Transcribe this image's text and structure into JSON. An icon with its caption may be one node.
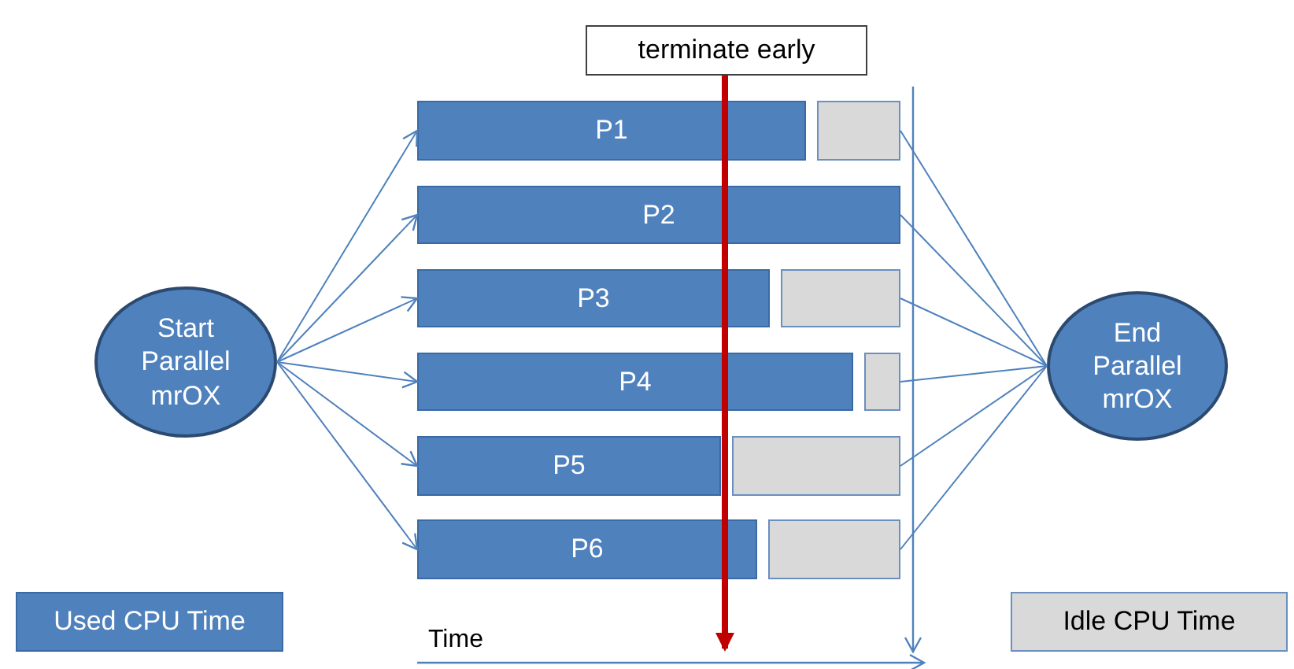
{
  "diagram": {
    "nodes": [
      {
        "text": [
          "terminate early"
        ]
      },
      {
        "text": [
          "Start Parallel mrOX"
        ]
      },
      {
        "text": [
          "P1"
        ]
      },
      {
        "text": [
          "P2"
        ]
      },
      {
        "text": [
          "P3"
        ]
      },
      {
        "text": [
          "P4"
        ]
      },
      {
        "text": [
          "P5"
        ]
      },
      {
        "text": [
          "P6"
        ]
      },
      {
        "text": [],
        "shape": "bar"
      },
      {
        "text": [],
        "shape": "bar"
      },
      {
        "text": [],
        "shape": "bar"
      },
      {
        "text": [],
        "shape": "bar"
      },
      {
        "text": [],
        "shape": "bar"
      },
      {
        "text": [
          "End Parallel mrOX"
        ]
      }
    ],
    "edges": [
      {
        "from": 0,
        "to": null,
        "arrow": "to",
        "style": "thick",
        "color": "#c00000"
      },
      {
        "from": 1,
        "to": 2,
        "arrow": "to"
      },
      {
        "from": 1,
        "to": 3,
        "arrow": "to"
      },
      {
        "from": 1,
        "to": 4,
        "arrow": "to"
      },
      {
        "from": 1,
        "to": 5,
        "arrow": "to"
      },
      {
        "from": 1,
        "to": 6,
        "arrow": "to"
      },
      {
        "from": 1,
        "to": 7,
        "arrow": "to"
      },
      {
        "from": 8,
        "to": 13,
        "arrow": "none"
      },
      {
        "from": 3,
        "to": 13,
        "arrow": "none"
      },
      {
        "from": 9,
        "to": 13,
        "arrow": "none"
      },
      {
        "from": 10,
        "to": 13,
        "arrow": "none"
      },
      {
        "from": 11,
        "to": 13,
        "arrow": "none"
      },
      {
        "from": 12,
        "to": 13,
        "arrow": "none"
      }
    ],
    "labels": [
      "Time"
    ],
    "legend": [
      {
        "text": "Used CPU Time",
        "color": "#4f81bd"
      },
      {
        "text": "Idle CPU Time",
        "color": "#d9d9d9"
      }
    ]
  }
}
